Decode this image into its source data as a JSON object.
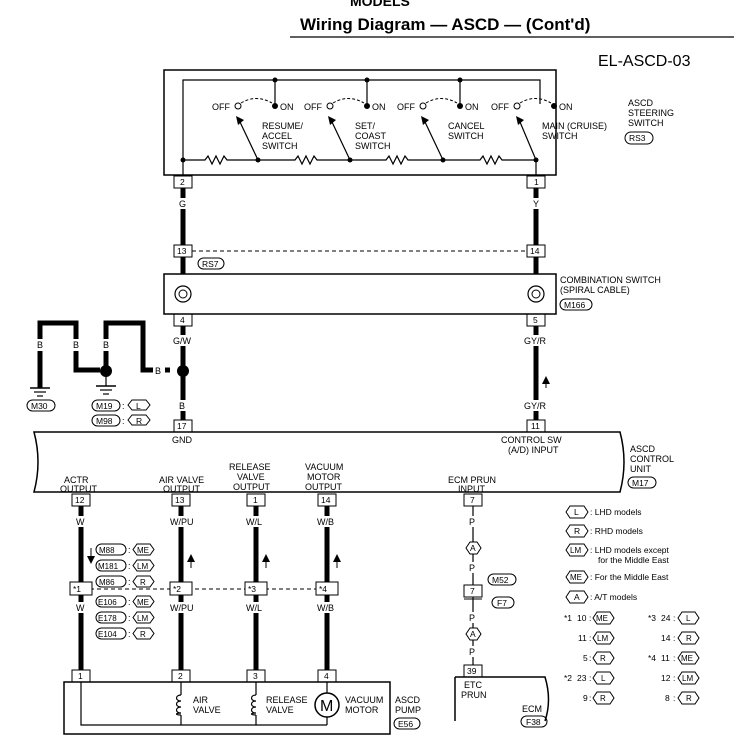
{
  "header": {
    "top_cut": "MODELS",
    "title": "Wiring Diagram — ASCD — (Cont'd)",
    "page_id": "EL-ASCD-03"
  },
  "steering_switch": {
    "label": [
      "ASCD",
      "STEERING",
      "SWITCH"
    ],
    "connector": "RS3",
    "off": "OFF",
    "on": "ON",
    "switches": [
      {
        "label": [
          "RESUME/",
          "ACCEL",
          "SWITCH"
        ]
      },
      {
        "label": [
          "SET/",
          "COAST",
          "SWITCH"
        ]
      },
      {
        "label": [
          "CANCEL",
          "SWITCH"
        ]
      },
      {
        "label": [
          "MAIN (CRUISE)",
          "SWITCH"
        ]
      }
    ],
    "pin_left": "2",
    "pin_right": "1"
  },
  "wires_upper": {
    "left": "G",
    "right": "Y"
  },
  "connector_rs7": {
    "left_pin": "13",
    "right_pin": "14",
    "id": "RS7"
  },
  "combination_switch": {
    "label": [
      "COMBINATION SWITCH",
      "(SPIRAL CABLE)"
    ],
    "connector": "M166",
    "pin_left": "4",
    "pin_right": "5"
  },
  "wires_mid": {
    "left": "G/W",
    "right": "GY/R",
    "right_lower": "GY/R"
  },
  "grounds": {
    "b_labels": [
      "B",
      "B",
      "B",
      "B",
      "B"
    ],
    "m30": "M30",
    "m19": "M19",
    "m98": "M98",
    "l_tag": "L",
    "r_tag": "R"
  },
  "control_unit": {
    "label": [
      "ASCD",
      "CONTROL",
      "UNIT"
    ],
    "connector": "M17",
    "gnd_pin": "17",
    "gnd_label": "GND",
    "ctrl_pin": "11",
    "ctrl_label": [
      "CONTROL SW",
      "(A/D) INPUT"
    ],
    "outputs": [
      {
        "label": [
          "ACTR",
          "OUTPUT"
        ],
        "pin": "12",
        "wire": "W"
      },
      {
        "label": [
          "AIR VALVE",
          "OUTPUT"
        ],
        "pin": "13",
        "wire": "W/PU"
      },
      {
        "label": [
          "RELEASE",
          "VALVE",
          "OUTPUT"
        ],
        "pin": "1",
        "wire": "W/L"
      },
      {
        "label": [
          "VACUUM",
          "MOTOR",
          "OUTPUT"
        ],
        "pin": "14",
        "wire": "W/B"
      }
    ],
    "ecm_prun": {
      "label": [
        "ECM PRUN",
        "INPUT"
      ],
      "pin": "7",
      "wire": "P"
    }
  },
  "junction": {
    "pins": [
      "*1",
      "*2",
      "*3",
      "*4"
    ],
    "left_tags": [
      {
        "conn": "M88",
        "tag": "ME"
      },
      {
        "conn": "M181",
        "tag": "LM"
      },
      {
        "conn": "M86",
        "tag": "R"
      },
      {
        "conn": "E106",
        "tag": "ME"
      },
      {
        "conn": "E178",
        "tag": "LM"
      },
      {
        "conn": "E104",
        "tag": "R"
      }
    ]
  },
  "ecm_path": {
    "a_tag": "A",
    "wire": "P",
    "connector_pin": "7",
    "m52": "M52",
    "f7": "F7",
    "ecm_pin": "39",
    "etc_label": [
      "ETC",
      "PRUN"
    ],
    "ecm_label": "ECM",
    "ecm_conn": "F38"
  },
  "pump": {
    "label": [
      "ASCD",
      "PUMP"
    ],
    "connector": "E56",
    "pins": [
      "1",
      "2",
      "3",
      "4"
    ],
    "air_valve": [
      "AIR",
      "VALVE"
    ],
    "release_valve": [
      "RELEASE",
      "VALVE"
    ],
    "vacuum_motor": [
      "VACUUM",
      "MOTOR"
    ],
    "motor_symbol": "M"
  },
  "legend": {
    "items": [
      {
        "tag": "L",
        "text": ": LHD models"
      },
      {
        "tag": "R",
        "text": ": RHD models"
      },
      {
        "tag": "LM",
        "text": ": LHD models except",
        "text2": "for the Middle East"
      },
      {
        "tag": "ME",
        "text": ": For the Middle East"
      },
      {
        "tag": "A",
        "text": ": A/T models"
      }
    ],
    "pin_notes": [
      {
        "star": "*1",
        "pin": "10",
        "tag": "ME"
      },
      {
        "star": "",
        "pin": "11",
        "tag": "LM"
      },
      {
        "star": "",
        "pin": "5",
        "tag": "R"
      },
      {
        "star": "*2",
        "pin": "23",
        "tag": "L"
      },
      {
        "star": "",
        "pin": "9",
        "tag": "R"
      },
      {
        "star": "*3",
        "pin": "24",
        "tag": "L"
      },
      {
        "star": "",
        "pin": "14",
        "tag": "R"
      },
      {
        "star": "*4",
        "pin": "11",
        "tag": "ME"
      },
      {
        "star": "",
        "pin": "12",
        "tag": "LM"
      },
      {
        "star": "",
        "pin": "8",
        "tag": "R"
      }
    ]
  }
}
